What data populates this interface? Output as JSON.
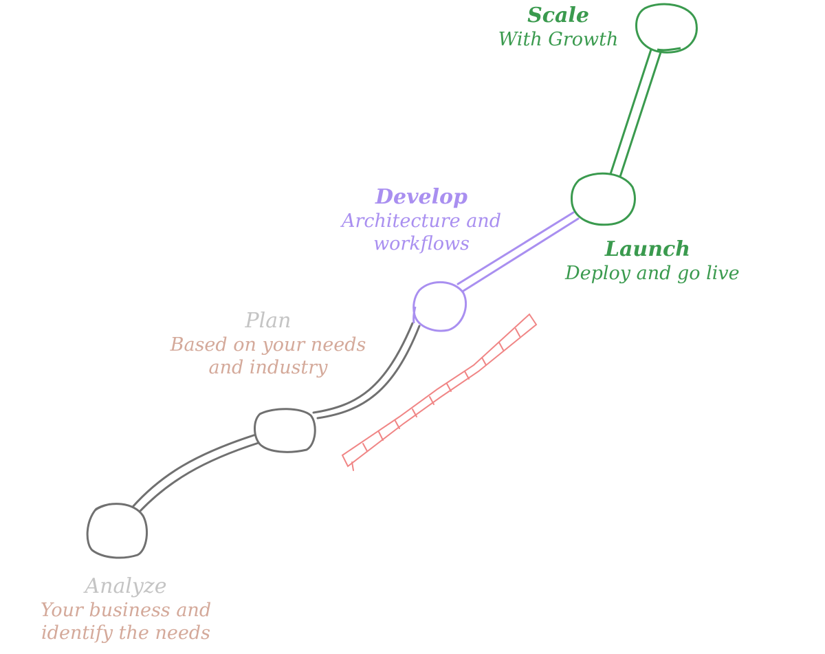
{
  "colors": {
    "scale": "#3a9a4e",
    "launch": "#3a9a4e",
    "develop": "#a98ff0",
    "plan_title": "#c4c4c4",
    "plan_sub": "#d4a99a",
    "analyze_title": "#c4c4c4",
    "analyze_sub": "#d4a99a",
    "path_gray": "#707070",
    "path_purple": "#a98ff0",
    "path_green": "#3a9a4e",
    "bar_red": "#f08585"
  },
  "steps": {
    "scale": {
      "title": "Scale",
      "lines": [
        "With Growth"
      ]
    },
    "launch": {
      "title": "Launch",
      "lines": [
        "Deploy and go live"
      ]
    },
    "develop": {
      "title": "Develop",
      "lines": [
        "Architecture and",
        "workflows"
      ]
    },
    "plan": {
      "title": "Plan",
      "lines": [
        "Based on your needs",
        "and industry"
      ]
    },
    "analyze": {
      "title": "Analyze",
      "lines": [
        "Your business and",
        "identify the needs"
      ]
    }
  }
}
